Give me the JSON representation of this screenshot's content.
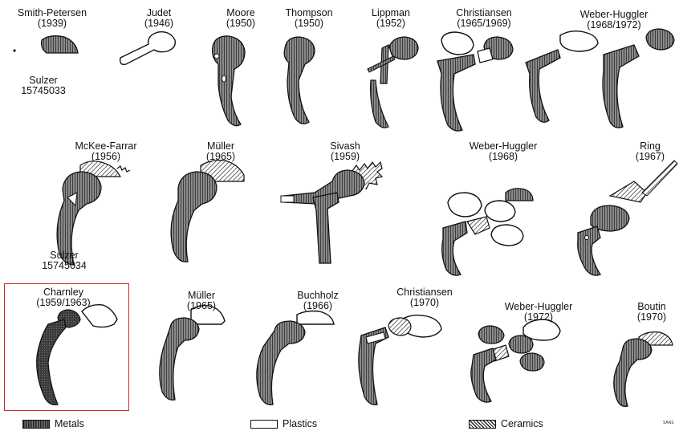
{
  "implants": [
    {
      "name": "Smith-Petersen",
      "year": "(1939)"
    },
    {
      "name": "Judet",
      "year": "(1946)"
    },
    {
      "name": "Moore",
      "year": "(1950)"
    },
    {
      "name": "Thompson",
      "year": "(1950)"
    },
    {
      "name": "Lippman",
      "year": "(1952)"
    },
    {
      "name": "Christiansen",
      "year": "(1965/1969)"
    },
    {
      "name": "Weber-Huggler",
      "year": "(1968/1972)"
    },
    {
      "name": "McKee-Farrar",
      "year": "(1956)"
    },
    {
      "name": "Müller",
      "year": "(1965)"
    },
    {
      "name": "Sivash",
      "year": "(1959)"
    },
    {
      "name": "Weber-Huggler",
      "year": "(1968)"
    },
    {
      "name": "Ring",
      "year": "(1967)"
    },
    {
      "name": "Charnley",
      "year": "(1959/1963)"
    },
    {
      "name": "Müller",
      "year": "(1965)"
    },
    {
      "name": "Buchholz",
      "year": "(1966)"
    },
    {
      "name": "Christiansen",
      "year": "(1970)"
    },
    {
      "name": "Weber-Huggler",
      "year": "(1972)"
    },
    {
      "name": "Boutin",
      "year": "(1970)"
    }
  ],
  "sulzer_notes": [
    {
      "name": "Sulzer",
      "code": "15745033"
    },
    {
      "name": "Sulzer",
      "code": "15745034"
    }
  ],
  "legend": {
    "metals": "Metals",
    "plastics": "Plastics",
    "ceramics": "Ceramics"
  },
  "corner_mark": "SANS",
  "colors": {
    "highlight_box": "#d0262b",
    "ink": "#111111"
  }
}
